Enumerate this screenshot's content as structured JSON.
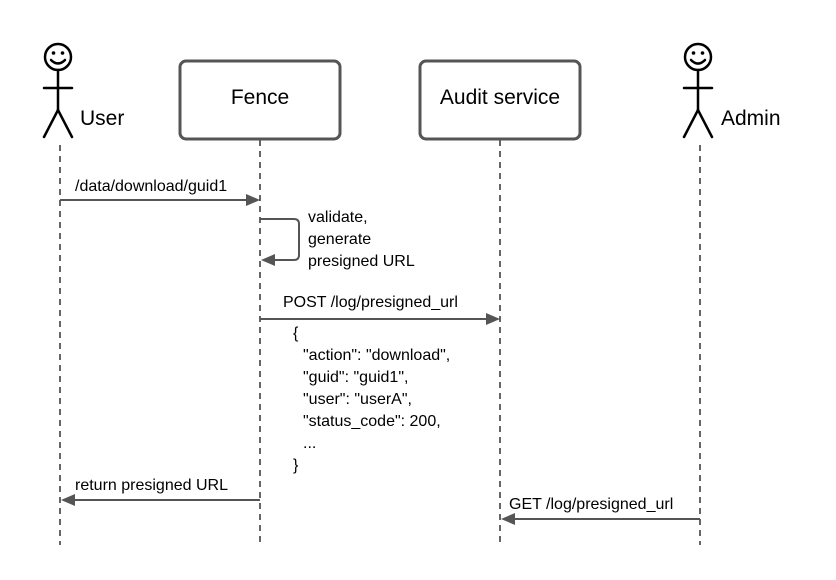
{
  "participants": {
    "user": {
      "label": "User",
      "kind": "actor"
    },
    "fence": {
      "label": "Fence",
      "kind": "box"
    },
    "audit": {
      "label": "Audit service",
      "kind": "box"
    },
    "admin": {
      "label": "Admin",
      "kind": "actor"
    }
  },
  "messages": {
    "download": {
      "label": "/data/download/guid1"
    },
    "self_validate": {
      "lines": [
        "validate,",
        "generate",
        "presigned URL"
      ]
    },
    "post_log": {
      "label": "POST /log/presigned_url"
    },
    "return_url": {
      "label": "return presigned URL"
    },
    "get_log": {
      "label": "GET /log/presigned_url"
    }
  },
  "payload": {
    "lines": [
      "{",
      "\"action\": \"download\",",
      "\"guid\": \"guid1\",",
      "\"user\": \"userA\",",
      "\"status_code\": 200,",
      "...",
      "}"
    ]
  }
}
